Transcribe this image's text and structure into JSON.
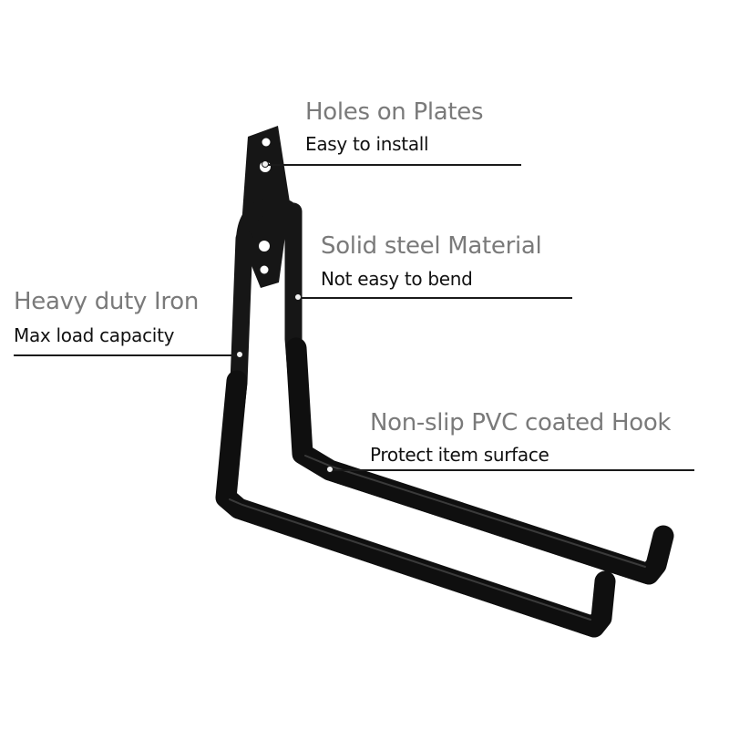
{
  "callouts": {
    "plates": {
      "title": "Holes on Plates",
      "subtitle": "Easy to install"
    },
    "steel": {
      "title": "Solid steel Material",
      "subtitle": "Not easy to bend"
    },
    "iron": {
      "title": "Heavy duty Iron",
      "subtitle": "Max load capacity"
    },
    "pvc": {
      "title": "Non-slip PVC coated Hook",
      "subtitle": "Protect item surface"
    }
  },
  "colors": {
    "hook": "#161616",
    "highlight": "#3a3a3a",
    "title_text": "#7a7a7a",
    "subtitle_text": "#111111",
    "lines": "#1a1a1a",
    "background": "#ffffff"
  }
}
